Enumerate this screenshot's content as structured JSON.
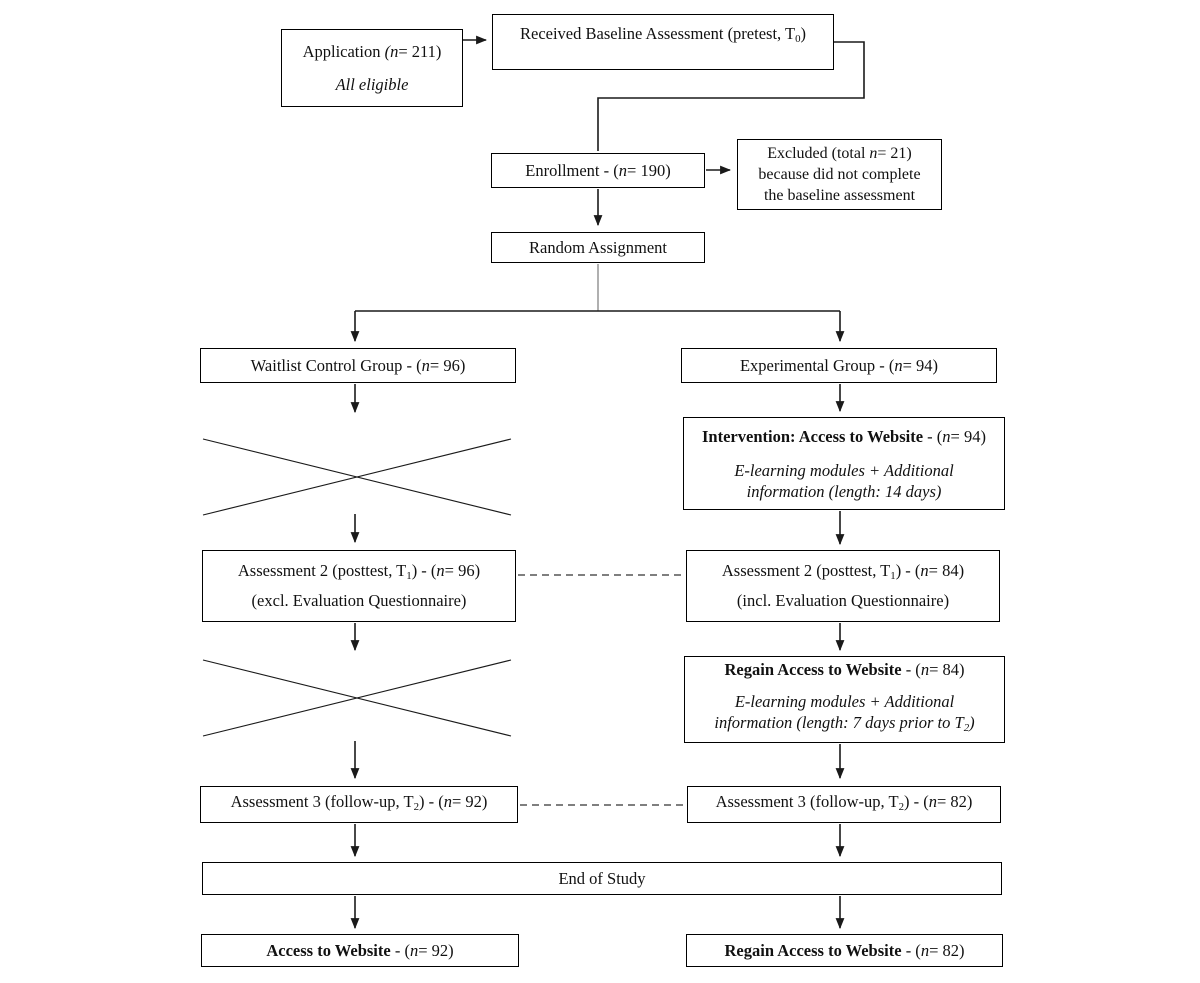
{
  "boxes": {
    "application": {
      "line1": {
        "pre": "Application ",
        "n": "(n",
        "post": "= 211)"
      },
      "line2": "All eligible"
    },
    "baseline": {
      "pre": "Received Baseline Assessment (pretest, T",
      "sub": "0",
      "post": ")"
    },
    "enrollment": {
      "pre": "Enrollment - (",
      "n": "n",
      "post": "= 190)"
    },
    "excluded": {
      "line1": {
        "pre": "Excluded (total ",
        "n": "n",
        "post": "= 21)"
      },
      "line2": "because did not complete",
      "line3": "the baseline assessment"
    },
    "random": {
      "label": "Random Assignment"
    },
    "waitlist": {
      "pre": "Waitlist Control Group - (",
      "n": "n",
      "post": "= 96)"
    },
    "experimental": {
      "pre": "Experimental Group - (",
      "n": "n",
      "post": "= 94)"
    },
    "intervention": {
      "title": "Intervention: Access to Website",
      "mid": " - (",
      "n": "n",
      "post": "= 94)",
      "line2": "E-learning modules + Additional",
      "line3": "information (length: 14 days)"
    },
    "assessment2_control": {
      "line1": {
        "pre": "Assessment 2 (posttest, T",
        "sub": "1",
        "mid": ") - (",
        "n": "n",
        "post": "= 96)"
      },
      "line2": "(excl. Evaluation Questionnaire)"
    },
    "assessment2_experimental": {
      "line1": {
        "pre": "Assessment 2 (posttest, T",
        "sub": "1",
        "mid": ") - (",
        "n": "n",
        "post": "= 84)"
      },
      "line2": "(incl. Evaluation Questionnaire)"
    },
    "regain": {
      "title": "Regain Access to Website",
      "mid": " - (",
      "n": "n",
      "post": "= 84)",
      "line2": "E-learning modules + Additional",
      "line3": {
        "pre": "information (length: 7 days prior to T",
        "sub": "2",
        "post": ")"
      }
    },
    "assessment3_control": {
      "pre": "Assessment 3 (follow-up, T",
      "sub": "2",
      "mid": ") - (",
      "n": "n",
      "post": "= 92)"
    },
    "assessment3_experimental": {
      "pre": "Assessment 3 (follow-up, T",
      "sub": "2",
      "mid": ") - (",
      "n": "n",
      "post": "= 82)"
    },
    "end_of_study": {
      "label": "End of Study"
    },
    "access_control": {
      "title": "Access to Website",
      "mid": " - (",
      "n": "n",
      "post": "= 92)"
    },
    "regain_experimental": {
      "title": "Regain Access to Website",
      "mid": " - (",
      "n": "n",
      "post": "= 82)"
    }
  },
  "colors": {
    "line": "#1a1a1a",
    "gray_line": "#8f8f8f",
    "dashed": "#555555",
    "border": "#000000",
    "background": "#ffffff",
    "text": "#111111"
  }
}
